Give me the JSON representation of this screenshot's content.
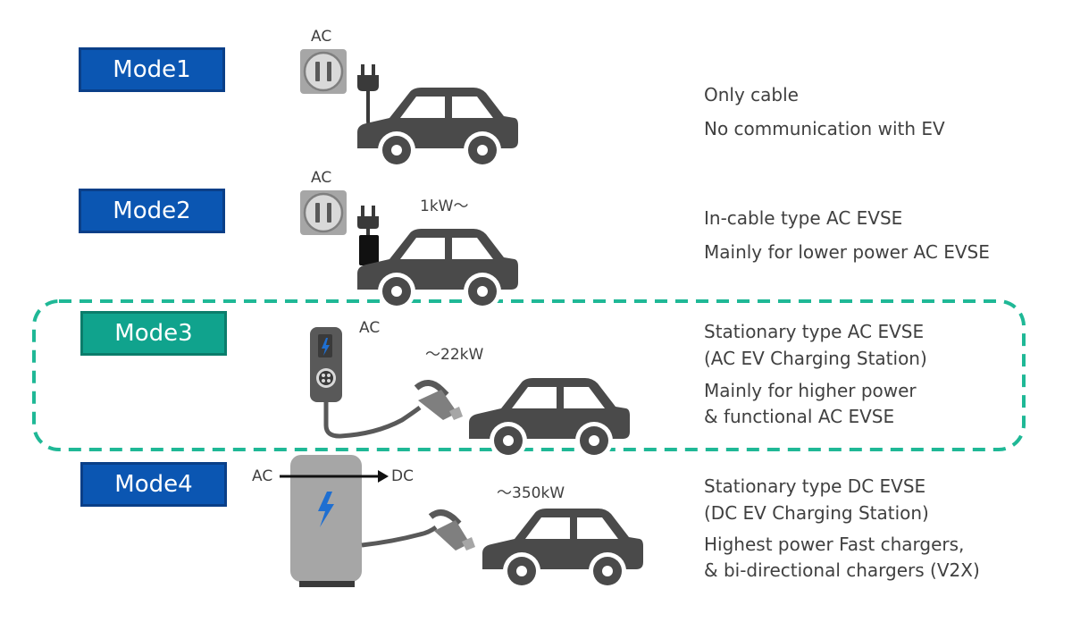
{
  "modes": [
    {
      "label": "Mode1",
      "source": "AC",
      "power": "",
      "description": [
        "Only cable",
        "No communication with EV"
      ]
    },
    {
      "label": "Mode2",
      "source": "AC",
      "power": "1kW～",
      "description": [
        "In-cable type AC EVSE",
        "Mainly for lower power AC EVSE"
      ]
    },
    {
      "label": "Mode3",
      "source": "AC",
      "power": "～22kW",
      "description": [
        "Stationary type AC EVSE",
        "(AC EV Charging Station)",
        "Mainly for higher power",
        "& functional AC EVSE"
      ]
    },
    {
      "label": "Mode4",
      "source": "AC",
      "output": "DC",
      "power": "～350kW",
      "description": [
        "Stationary type DC EVSE",
        "(DC EV Charging Station)",
        "Highest power Fast chargers,",
        "& bi-directional chargers (V2X)"
      ]
    }
  ],
  "colors": {
    "badge_blue": "#0b56b2",
    "badge_teal": "#10a38d",
    "highlight_dash": "#1fb896",
    "car_gray": "#4a4a4a",
    "socket_gray": "#a6a6a6",
    "bolt_blue": "#1f6fd1"
  }
}
